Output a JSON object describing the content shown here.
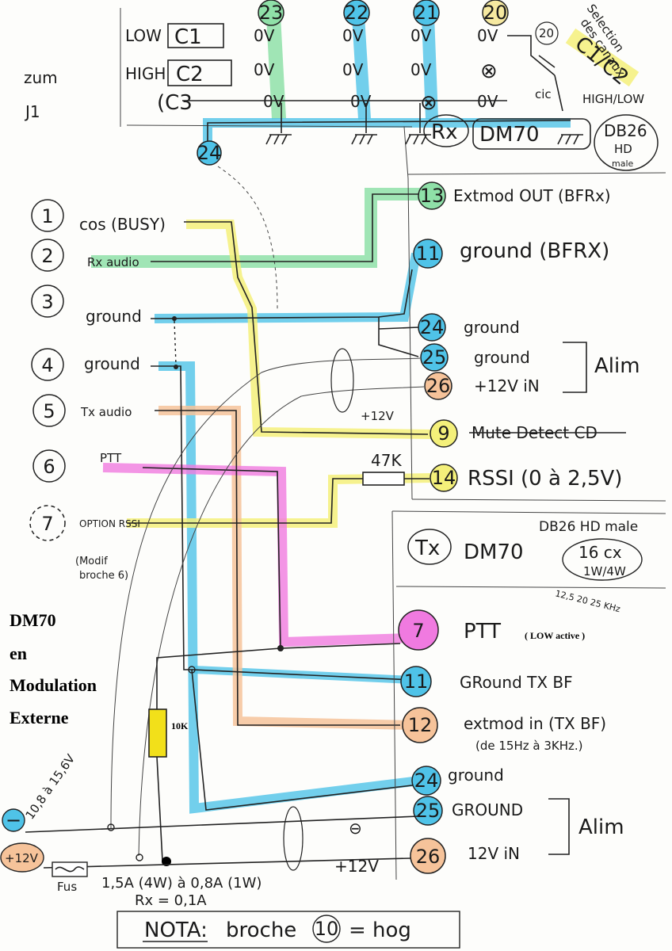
{
  "header": {
    "side_note": [
      "zum",
      "J1"
    ],
    "selector_note": [
      "Selection",
      "des canaux"
    ],
    "c1c2": "C1/C2",
    "high_low": "HIGH/LOW",
    "rows": [
      {
        "label": "LOW",
        "box": "C1",
        "values": [
          "0V",
          "0V",
          "0V",
          "0V"
        ]
      },
      {
        "label": "HIGH",
        "box": "C2",
        "values": [
          "0V",
          "0V",
          "0V",
          "⊗"
        ]
      },
      {
        "label": "(C3",
        "box": "",
        "values": [
          "0V",
          "0V",
          "⊗",
          "0V"
        ]
      }
    ],
    "top_pins": [
      "23",
      "22",
      "21",
      "20"
    ],
    "pin_20": "20",
    "pin_24_top": "24",
    "cic": "cic"
  },
  "rx": {
    "label": "Rx",
    "model": "DM70",
    "connector": [
      "DB26",
      "HD",
      "male"
    ],
    "pins": [
      {
        "num": "13",
        "text": "Extmod OUT (BFRx)"
      },
      {
        "num": "11",
        "text": "ground (BFRX)"
      },
      {
        "num": "24",
        "text": "ground"
      },
      {
        "num": "25",
        "text": "ground"
      },
      {
        "num": "26",
        "text": "+12V iN"
      },
      {
        "num": "9",
        "text": "Mute Detect CD"
      },
      {
        "num": "14",
        "text": "RSSI (0 à 2,5V)"
      }
    ],
    "alim": "Alim",
    "plus12": "+12V",
    "resistor": "47K"
  },
  "j1": {
    "pins": [
      {
        "num": "1",
        "text": "cos (BUSY)"
      },
      {
        "num": "2",
        "text": "Rx audio"
      },
      {
        "num": "3",
        "text": "ground"
      },
      {
        "num": "4",
        "text": "ground"
      },
      {
        "num": "5",
        "text": "Tx audio"
      },
      {
        "num": "6",
        "text": "PTT"
      },
      {
        "num": "7",
        "text": "OPTION RSSI"
      }
    ],
    "pin7_note": [
      "(Modif",
      "broche 6)"
    ]
  },
  "tx": {
    "label": "Tx",
    "model": "DM70",
    "connector": "DB26 HD male",
    "channels": [
      "16 cx",
      "1W/4W"
    ],
    "steps": "12,5 20 25 KHz",
    "pins": [
      {
        "num": "7",
        "text": "PTT"
      },
      {
        "num": "11",
        "text": "GRound TX BF"
      },
      {
        "num": "12",
        "text": "extmod in (TX BF)"
      },
      {
        "num": "24",
        "text": "ground"
      },
      {
        "num": "25",
        "text": "GROUND"
      },
      {
        "num": "26",
        "text": "12V iN"
      }
    ],
    "ptt_note": "( LOW active )",
    "extmod_note": "(de 15Hz à 3KHz.)",
    "alim": "Alim",
    "resistor": "10K"
  },
  "title": [
    "DM70",
    "en",
    "Modulation",
    "Externe"
  ],
  "power": {
    "minus": "−",
    "plus": "+12V",
    "range": "10,8 à 15,6V",
    "fuse": "Fus",
    "current": "1,5A (4W) à 0,8A (1W)",
    "rx_current": "Rx = 0,1A",
    "minus_bus": "⊖",
    "plus_bus": "+12V"
  },
  "nota": {
    "label": "NOTA:",
    "text_before": "broche",
    "pin": "10",
    "text_after": "= hog"
  },
  "colors": {
    "green": "#8fe0a8",
    "blue": "#4fc3e8",
    "yellow": "#f4f07a",
    "orange": "#f6c39a",
    "pink": "#f07ae0",
    "resistor_yellow": "#f2e01a"
  }
}
